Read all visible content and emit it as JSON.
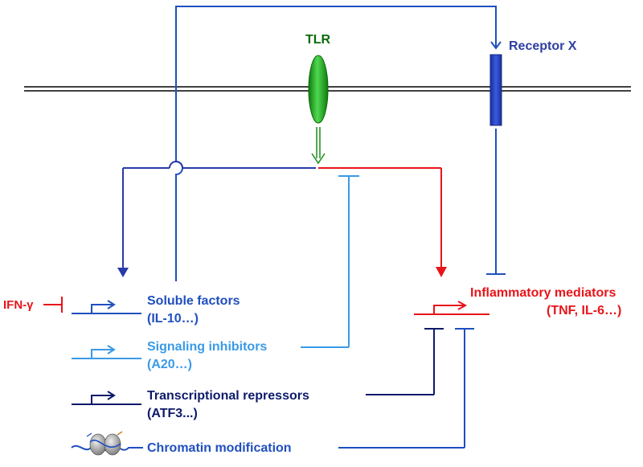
{
  "colors": {
    "membrane": "#000000",
    "tlr": "#1aa81a",
    "tlr_dark": "#0a6a0a",
    "receptor": "#1f3fbf",
    "receptor_label": "#2f3f9f",
    "soluble": "#1f4fbf",
    "signaling": "#3a9ae8",
    "repressor": "#0d1a6a",
    "chromatin": "#1f4fbf",
    "inflammatory": "#e8141a",
    "feedback_arrow": "#2a3aa8"
  },
  "labels": {
    "tlr": "TLR",
    "receptor_x": "Receptor X",
    "ifn_gamma": "IFN-γ",
    "soluble_line1": "Soluble factors",
    "soluble_line2": "(IL-10…)",
    "signaling_line1": "Signaling inhibitors",
    "signaling_line2": "(A20…)",
    "repressor_line1": "Transcriptional repressors",
    "repressor_line2": "(ATF3...)",
    "chromatin": "Chromatin modification",
    "inflammatory_line1": "Inflammatory mediators",
    "inflammatory_line2": "(TNF, IL-6…)"
  }
}
